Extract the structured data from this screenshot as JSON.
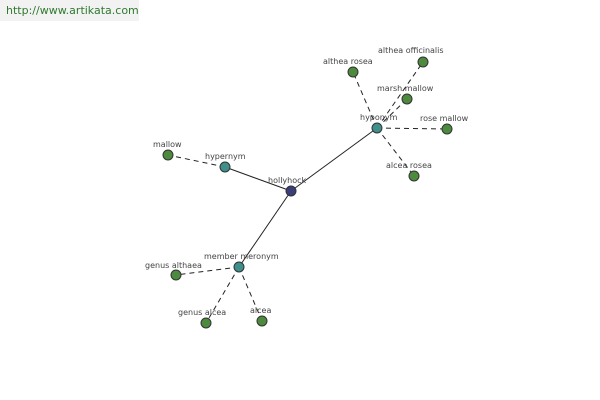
{
  "header": {
    "url": "http://www.artikata.com"
  },
  "colors": {
    "center": "#3a3f7a",
    "relation": "#3f8f8a",
    "leaf": "#4e8a3e"
  },
  "graph": {
    "nodes": [
      {
        "id": "hollyhock",
        "label": "hollyhock",
        "kind": "center"
      },
      {
        "id": "hypernym",
        "label": "hypernym",
        "kind": "relation"
      },
      {
        "id": "hyponym",
        "label": "hyponym",
        "kind": "relation"
      },
      {
        "id": "member-meronym",
        "label": "member meronym",
        "kind": "relation"
      },
      {
        "id": "mallow",
        "label": "mallow",
        "kind": "leaf"
      },
      {
        "id": "althea-rosea",
        "label": "althea rosea",
        "kind": "leaf"
      },
      {
        "id": "althea-officinalis",
        "label": "althea officinalis",
        "kind": "leaf"
      },
      {
        "id": "marsh-mallow",
        "label": "marsh mallow",
        "kind": "leaf"
      },
      {
        "id": "rose-mallow",
        "label": "rose mallow",
        "kind": "leaf"
      },
      {
        "id": "alcea-rosea",
        "label": "alcea rosea",
        "kind": "leaf"
      },
      {
        "id": "genus-althaea",
        "label": "genus althaea",
        "kind": "leaf"
      },
      {
        "id": "genus-alcea",
        "label": "genus alcea",
        "kind": "leaf"
      },
      {
        "id": "alcea",
        "label": "alcea",
        "kind": "leaf"
      }
    ],
    "edges": [
      {
        "from": "hollyhock",
        "to": "hypernym",
        "style": "solid"
      },
      {
        "from": "hollyhock",
        "to": "hyponym",
        "style": "solid"
      },
      {
        "from": "hollyhock",
        "to": "member-meronym",
        "style": "solid"
      },
      {
        "from": "hypernym",
        "to": "mallow",
        "style": "dashed"
      },
      {
        "from": "hyponym",
        "to": "althea-rosea",
        "style": "dashed"
      },
      {
        "from": "hyponym",
        "to": "althea-officinalis",
        "style": "dashed"
      },
      {
        "from": "hyponym",
        "to": "marsh-mallow",
        "style": "dashed"
      },
      {
        "from": "hyponym",
        "to": "rose-mallow",
        "style": "dashed"
      },
      {
        "from": "hyponym",
        "to": "alcea-rosea",
        "style": "dashed"
      },
      {
        "from": "member-meronym",
        "to": "genus-althaea",
        "style": "dashed"
      },
      {
        "from": "member-meronym",
        "to": "genus-alcea",
        "style": "dashed"
      },
      {
        "from": "member-meronym",
        "to": "alcea",
        "style": "dashed"
      }
    ]
  }
}
